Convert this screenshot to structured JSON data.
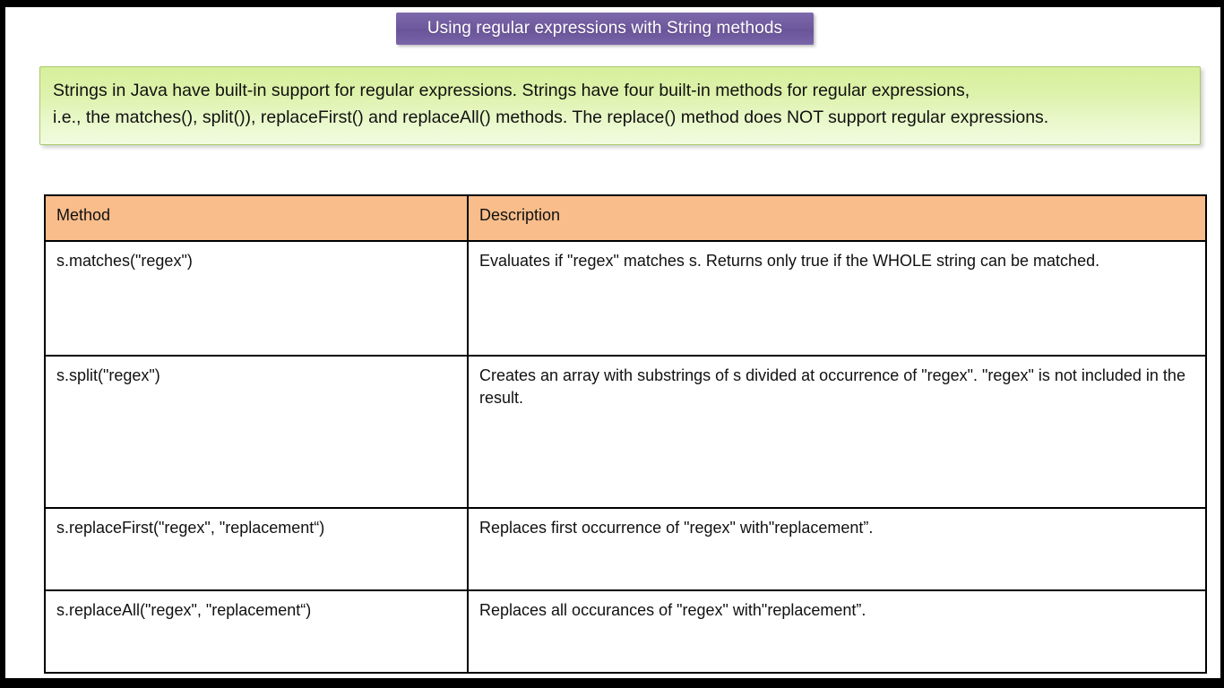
{
  "slide": {
    "title": "Using regular expressions with String methods",
    "accent_purple": "#6f5a9e",
    "callout_green": "#ddf2ab",
    "table_header_orange": "#f9bd8b"
  },
  "intro": {
    "line1": "Strings in Java have built-in support for regular expressions. Strings have four built-in methods for regular expressions,",
    "line2": " i.e., the matches(), split()), replaceFirst() and replaceAll() methods. The replace() method does NOT support regular expressions."
  },
  "table": {
    "headers": {
      "method": "Method",
      "description": "Description"
    },
    "rows": [
      {
        "method": "s.matches(\"regex\")",
        "description": "Evaluates if \"regex\" matches s. Returns only true if the WHOLE string can be matched."
      },
      {
        "method": "s.split(\"regex\")",
        "description": "Creates an array with substrings of s divided at occurrence of \"regex\". \"regex\" is not included in the result."
      },
      {
        "method": "s.replaceFirst(\"regex\", \"replacement“)",
        "description": "Replaces first occurrence of \"regex\" with\"replacement”."
      },
      {
        "method": "s.replaceAll(\"regex\", \"replacement“)",
        "description": "Replaces all occurances of \"regex\" with\"replacement”."
      }
    ]
  }
}
